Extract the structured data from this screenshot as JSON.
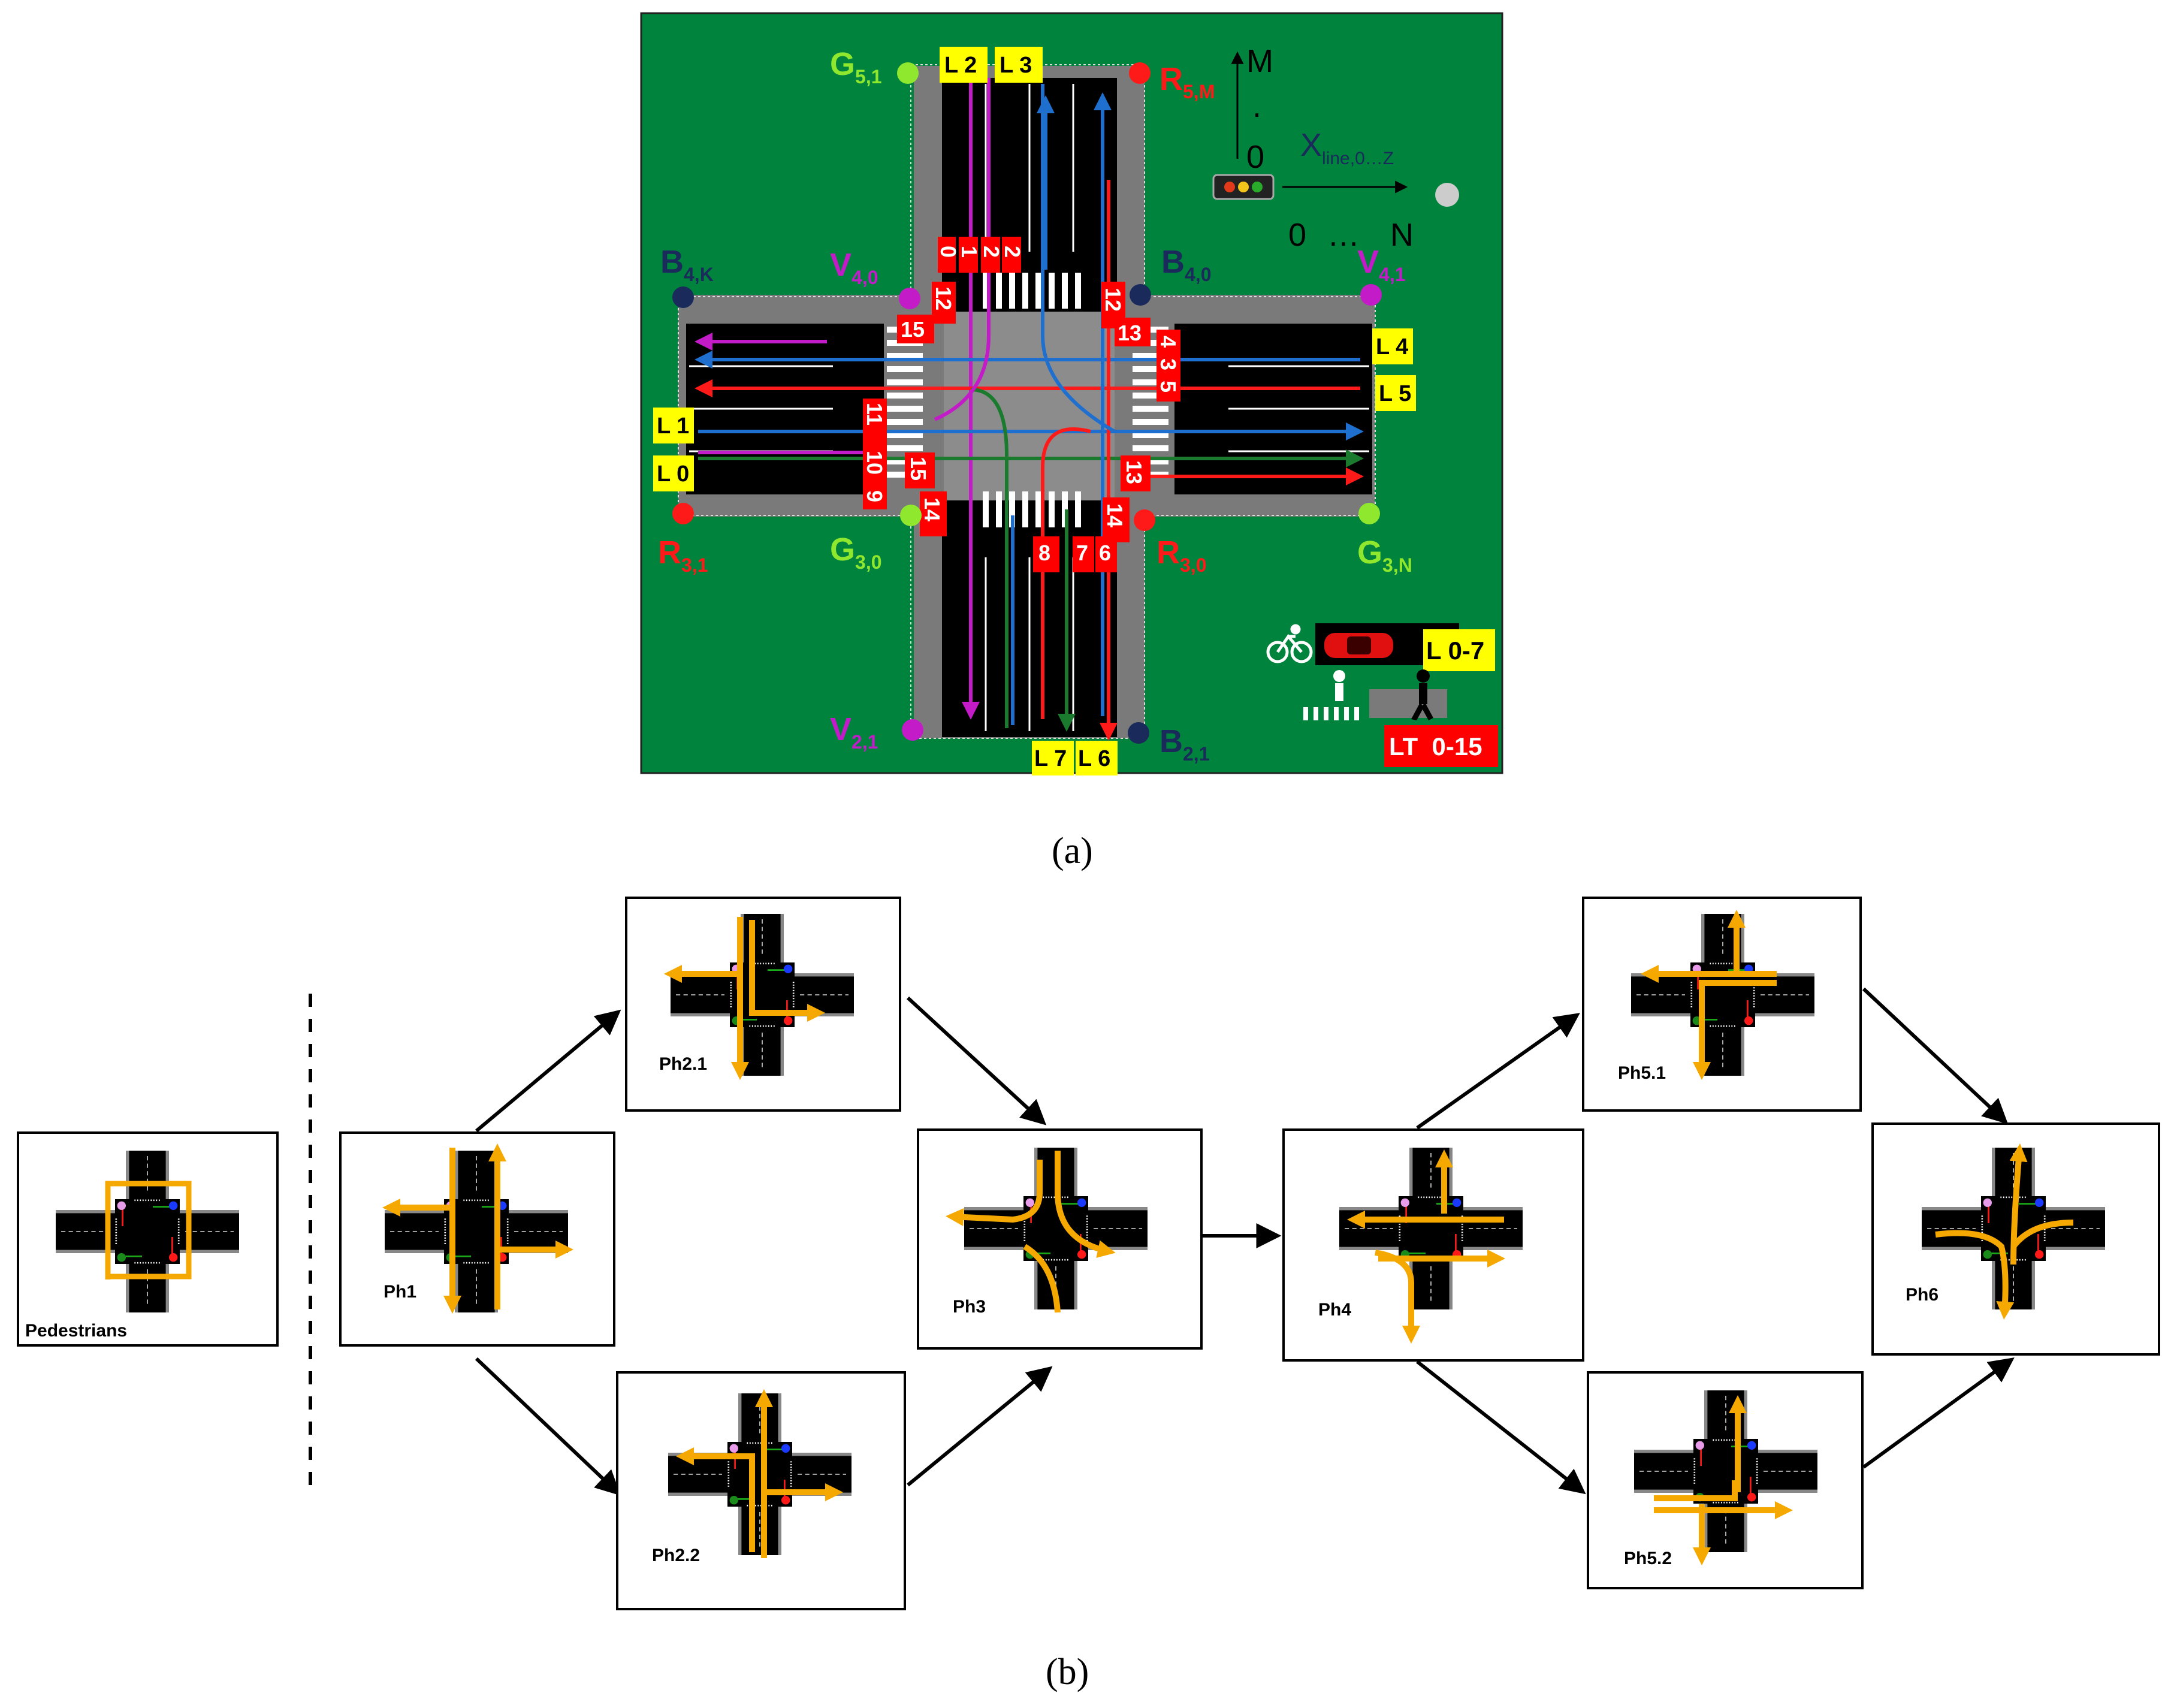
{
  "panel_a": {
    "caption": "(a)",
    "lane_labels": [
      "L 0",
      "L 1",
      "L 2",
      "L 3",
      "L 4",
      "L 5",
      "L 6",
      "L 7"
    ],
    "corner_labels": {
      "g51": {
        "main": "G",
        "sub": "5,1"
      },
      "r5m": {
        "main": "R",
        "sub": "5,M"
      },
      "b4k": {
        "main": "B",
        "sub": "4,K"
      },
      "v40": {
        "main": "V",
        "sub": "4,0"
      },
      "b40": {
        "main": "B",
        "sub": "4,0"
      },
      "v41": {
        "main": "V",
        "sub": "4,1"
      },
      "r31": {
        "main": "R",
        "sub": "3,1"
      },
      "g30": {
        "main": "G",
        "sub": "3,0"
      },
      "r30": {
        "main": "R",
        "sub": "3,0"
      },
      "g3n": {
        "main": "G",
        "sub": "3,N"
      },
      "v21": {
        "main": "V",
        "sub": "2,1"
      },
      "b21": {
        "main": "B",
        "sub": "2,1"
      }
    },
    "axis": {
      "m": "M",
      "dot": ".",
      "zero": "0",
      "x_main": "X",
      "x_sub": "line,0…Z",
      "start": "0",
      "dots": "…",
      "end": "N"
    },
    "legend": {
      "lanes": "L 0-7",
      "lights": "LT  0-15"
    },
    "light_numbers": [
      "0",
      "1",
      "2",
      "2",
      "3",
      "4",
      "5",
      "6",
      "7",
      "8",
      "9",
      "10",
      "11",
      "12",
      "12",
      "13",
      "13",
      "14",
      "14",
      "15",
      "15"
    ]
  },
  "panel_b": {
    "caption": "(b)",
    "phases": [
      "Pedestrians",
      "Ph1",
      "Ph2.1",
      "Ph2.2",
      "Ph3",
      "Ph4",
      "Ph5.1",
      "Ph5.2",
      "Ph6"
    ]
  },
  "colors": {
    "grass": "#00843d",
    "road": "#000000",
    "kerb": "#777777",
    "plaza": "#8c8c8c",
    "lane_label": "#ffff00",
    "light_label": "#ff0000",
    "blue": "#1f6fcf",
    "magenta": "#c21bc7",
    "red": "#ff1a1a",
    "dkgreen": "#1a7a2e",
    "lime": "#8fe82e",
    "navy": "#1a2a5a",
    "orange": "#f5a800"
  },
  "icons": [
    "bicycle-icon",
    "car-icon",
    "pedestrian-icon",
    "traffic-light-icon"
  ]
}
